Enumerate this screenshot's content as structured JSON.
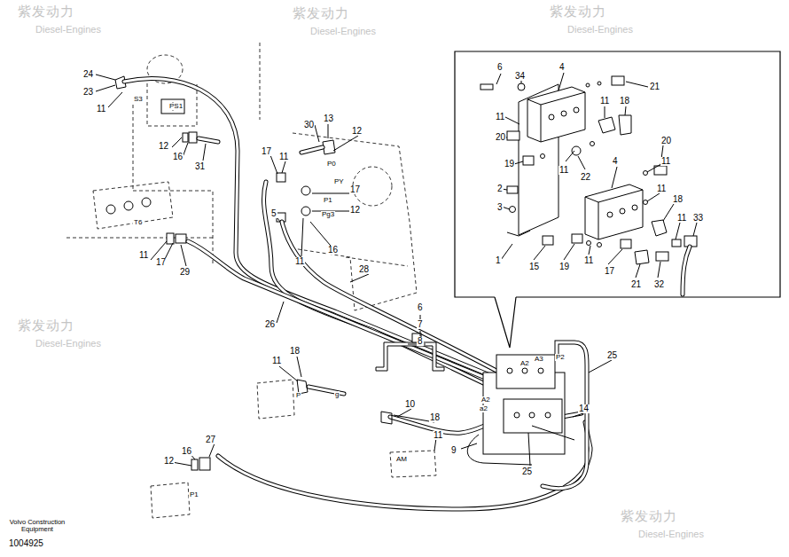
{
  "diagram": {
    "labels": [
      "24",
      "23",
      "11",
      "S3",
      "PS1",
      "12",
      "16",
      "31",
      "T6",
      "11",
      "17",
      "29",
      "30",
      "13",
      "12",
      "P0",
      "17",
      "11",
      "PY",
      "17",
      "P1",
      "12",
      "Pg3",
      "5",
      "16",
      "11",
      "28",
      "26",
      "6",
      "7",
      "8",
      "18",
      "11",
      "P",
      "g",
      "10",
      "18",
      "11",
      "AM",
      "A2",
      "a2",
      "A2",
      "A3",
      "P2",
      "25",
      "14",
      "9",
      "25",
      "27",
      "12",
      "16",
      "P1",
      "Volvo Construction Equipment",
      "1004925",
      "6",
      "34",
      "4",
      "21",
      "11",
      "11",
      "18",
      "20",
      "19",
      "11",
      "22",
      "20",
      "4",
      "11",
      "11",
      "18",
      "2",
      "3",
      "11",
      "33",
      "1",
      "15",
      "19",
      "11",
      "17",
      "21",
      "32",
      "紫发动力",
      "Diesel-Engines",
      "紫发动力",
      "Diesel-Engines",
      "紫发动力",
      "Diesel-Engines",
      "紫发动力",
      "Diesel-Engines",
      "紫发动力",
      "Diesel-Engines"
    ]
  }
}
